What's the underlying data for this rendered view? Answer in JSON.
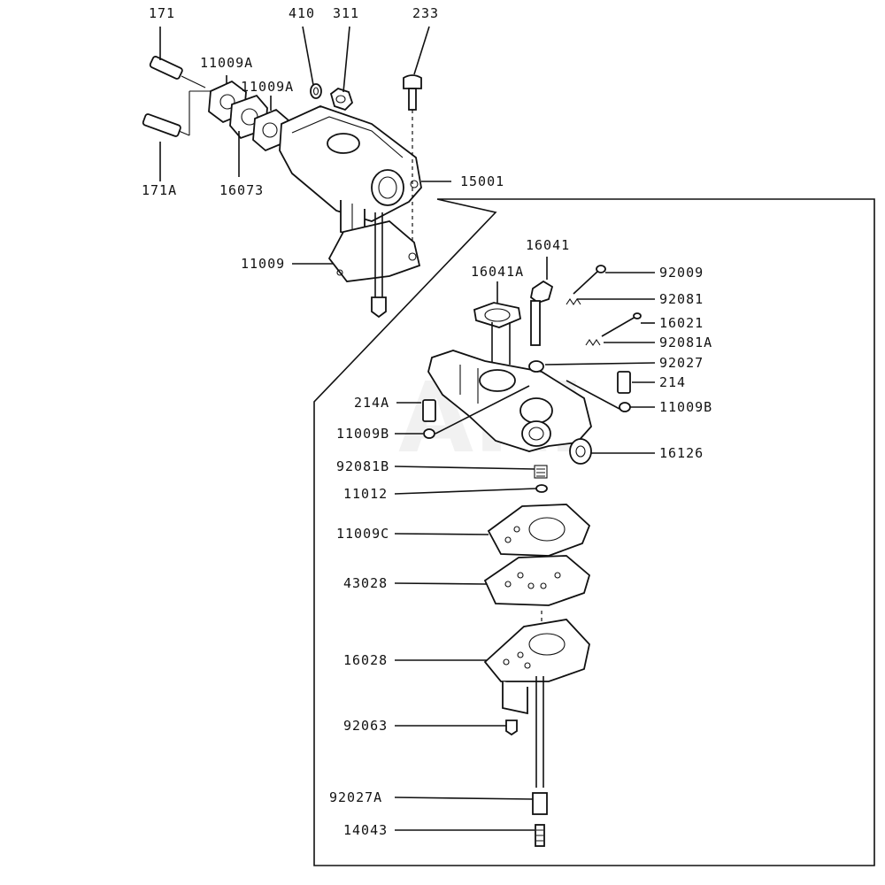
{
  "watermark": "ARI",
  "labels": {
    "p171": "171",
    "p171A": "171A",
    "p11009A_1": "11009A",
    "p11009A_2": "11009A",
    "p16073": "16073",
    "p410": "410",
    "p311": "311",
    "p233": "233",
    "p15001": "15001",
    "p11009": "11009",
    "p16041": "16041",
    "p16041A": "16041A",
    "p92009": "92009",
    "p92081": "92081",
    "p16021": "16021",
    "p92081A": "92081A",
    "p92027": "92027",
    "p214": "214",
    "p11009B_right": "11009B",
    "p214A": "214A",
    "p11009B_left": "11009B",
    "p16126": "16126",
    "p92081B": "92081B",
    "p11012": "11012",
    "p11009C": "11009C",
    "p43028": "43028",
    "p16028": "16028",
    "p92063": "92063",
    "p92027A": "92027A",
    "p14043": "14043"
  }
}
